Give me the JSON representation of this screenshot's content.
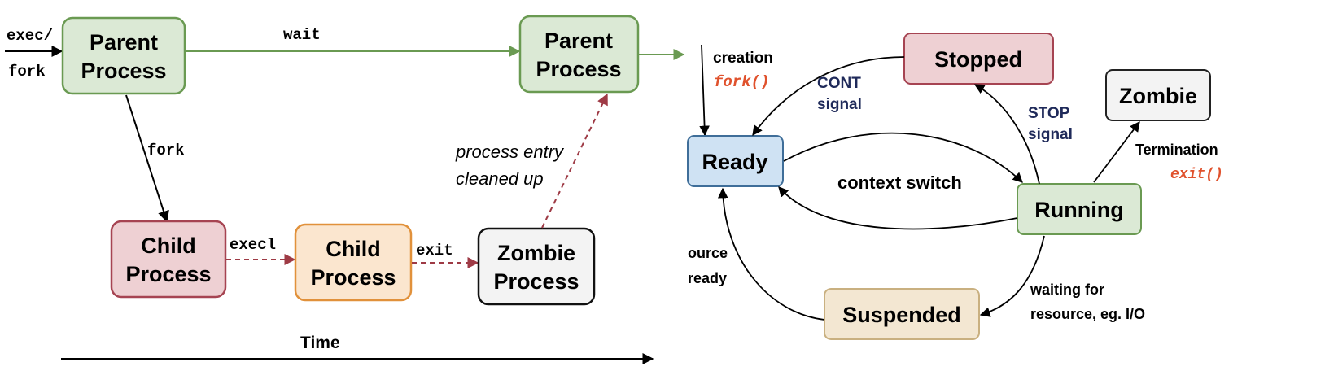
{
  "colors": {
    "parent_fill": "#dbe9d5",
    "parent_stroke": "#6a9a52",
    "child_fill": "#eed0d3",
    "child_stroke": "#a64452",
    "child2_fill": "#fbe6cf",
    "child2_stroke": "#e1913b",
    "zombie_fill": "#f3f3f3",
    "zombie_stroke": "#111111",
    "ready_fill": "#cfe2f3",
    "ready_stroke": "#3f6e99",
    "suspended_fill": "#f3e7d2",
    "suspended_stroke": "#c9b080",
    "green_arrow": "#6a9a52",
    "red_arrow": "#9e3a45",
    "accent_red": "#e0522d",
    "signal_blue": "#1f2a5a"
  },
  "lifecycle": {
    "nodes": {
      "parent1": [
        "Parent",
        "Process"
      ],
      "parent2": [
        "Parent",
        "Process"
      ],
      "child1": [
        "Child",
        "Process"
      ],
      "child2": [
        "Child",
        "Process"
      ],
      "zombie": [
        "Zombie",
        "Process"
      ]
    },
    "labels": {
      "exec_fork_top": "exec/",
      "exec_fork_bottom": "fork",
      "wait": "wait",
      "fork": "fork",
      "execl": "execl",
      "exit": "exit",
      "cleanup_line1": "process entry",
      "cleanup_line2": "cleaned up",
      "time": "Time"
    }
  },
  "states": {
    "nodes": {
      "stopped": "Stopped",
      "zombie": "Zombie",
      "ready": "Ready",
      "running": "Running",
      "suspended": "Suspended"
    },
    "labels": {
      "creation": "creation",
      "fork_call": "fork()",
      "cont_line1": "CONT",
      "cont_line2": "signal",
      "stop_line1": "STOP",
      "stop_line2": "signal",
      "termination": "Termination",
      "exit_call": "exit()",
      "context_switch": "context switch",
      "resource_line1": "ource",
      "resource_line2": "ready",
      "waiting_line1": "waiting for",
      "waiting_line2": "resource, eg. I/O"
    }
  }
}
